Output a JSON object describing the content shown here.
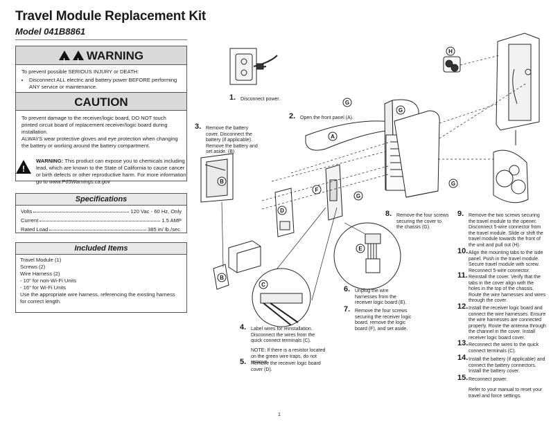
{
  "title": "Travel Module Replacement Kit",
  "subtitle": "Model 041B8861",
  "warning": {
    "heading": "WARNING",
    "intro": "To prevent possible SERIOUS INJURY or DEATH:",
    "bullet": "Disconnect ALL electric and battery power BEFORE performing ANY service or maintenance."
  },
  "caution": {
    "heading": "CAUTION",
    "p1": "To prevent damage to the receiver/logic board, DO NOT touch printed circuit board of replacement receiver/logic board during installation.",
    "p2": "ALWAYS wear protective gloves and eye protection when changing the battery or working around the battery compartment."
  },
  "prop65": {
    "label": "WARNING:",
    "text": " This product can expose you to chemicals including lead, which are known to the State of California to cause cancer or birth defects or other reproductive harm. For more information go to ",
    "link": "www.P65Warnings.ca.gov"
  },
  "specifications": {
    "heading": "Specifications",
    "rows": [
      {
        "name": "Volts",
        "value": "120 Vac - 60 Hz, Only"
      },
      {
        "name": "Current",
        "value": "1.5 AMP"
      },
      {
        "name": "Rated Load",
        "value": "385 in/ lb./sec."
      }
    ]
  },
  "included": {
    "heading": "Included Items",
    "lines": [
      "Travel Module (1)",
      "Screws (2)",
      "Wire Harness (2)",
      "- 10\" for non-Wi-Fi Units",
      "- 16\" for Wi-Fi Units",
      "Use the appropriate wire harness, referencing the existing harness for correct length."
    ]
  },
  "steps": [
    {
      "num": "1.",
      "text": "Disconnect power."
    },
    {
      "num": "2.",
      "text": "Open the front panel (A)."
    },
    {
      "num": "3.",
      "text": "Remove the battery cover. Disconnect the battery (if applicable). Remove the battery and set aside. (B)"
    },
    {
      "num": "4.",
      "text": "Label wires for reinstallation. Disconnect the wires from the quick connect terminals (C)."
    },
    {
      "num": "5.",
      "text": "Remove the receiver logic board cover (D)."
    },
    {
      "num": "6.",
      "text": "Unplug the wire harnesses from the receiver logic board (E)."
    },
    {
      "num": "7.",
      "text": "Remove the four screws securing the receiver logic board, remove the logic board (F), and set aside."
    },
    {
      "num": "8.",
      "text": "Remove the four screws securing the cover to the chassis (G)."
    },
    {
      "num": "9.",
      "text": "Remove the two screws securing the travel module to the opener. Disconnect 5-wire connector from the travel module. Slide or shift the travel module towards the front of the unit and pull out (H)."
    },
    {
      "num": "10.",
      "text": "Align the mounting tabs to the side panel. Push in the travel module. Secure travel module with screw. Reconnect 5-wire connector."
    },
    {
      "num": "11.",
      "text": "Reinstall the cover. Verify that the tabs in the cover align with the holes in the top of the chassis. Route the wire harnesses and wires through the cover."
    },
    {
      "num": "12.",
      "text": "Install the receiver logic board and connect the wire harnesses. Ensure the wire harnesses are connected properly. Route the antenna through the channel in the cover. Install receiver logic board cover."
    },
    {
      "num": "13.",
      "text": "Reconnect the wires to the quick connect terminals (C)."
    },
    {
      "num": "14.",
      "text": "Install the battery (if applicable) and connect the battery connectors. Install the battery cover."
    },
    {
      "num": "15.",
      "text": "Reconnect power."
    }
  ],
  "note4": "NOTE: If there is a resistor located on the green wire traps, do not remove.",
  "refer": "Refer to your manual to reset your travel and force settings.",
  "callouts": {
    "A": "A",
    "B": "B",
    "C": "C",
    "D": "D",
    "E": "E",
    "F": "F",
    "G": "G",
    "H": "H"
  },
  "page_number": "1"
}
